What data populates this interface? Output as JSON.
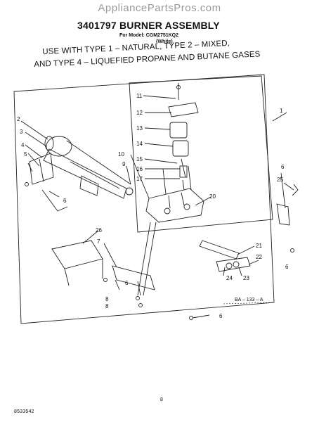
{
  "watermark": "AppliancePartsPros.com",
  "header": {
    "title": "3401797 BURNER ASSEMBLY",
    "model_line": "For Model: CGM2751KQ2",
    "color": "(White)"
  },
  "use_text": {
    "line1": "USE WITH TYPE 1  –  NATURAL, TYPE 2  –  MIXED,",
    "line2": "AND TYPE 4  –  LIQUEFIED PROPANE AND BUTANE GASES"
  },
  "callouts": [
    "1",
    "2",
    "3",
    "4",
    "5",
    "6",
    "6",
    "6",
    "6",
    "6",
    "7",
    "8",
    "8",
    "9",
    "10",
    "11",
    "12",
    "13",
    "14",
    "15",
    "16",
    "17",
    "20",
    "21",
    "22",
    "23",
    "24",
    "25",
    "26"
  ],
  "drawing_code": "BA – 133 – A",
  "page_number": "8",
  "document_number": "8533542"
}
